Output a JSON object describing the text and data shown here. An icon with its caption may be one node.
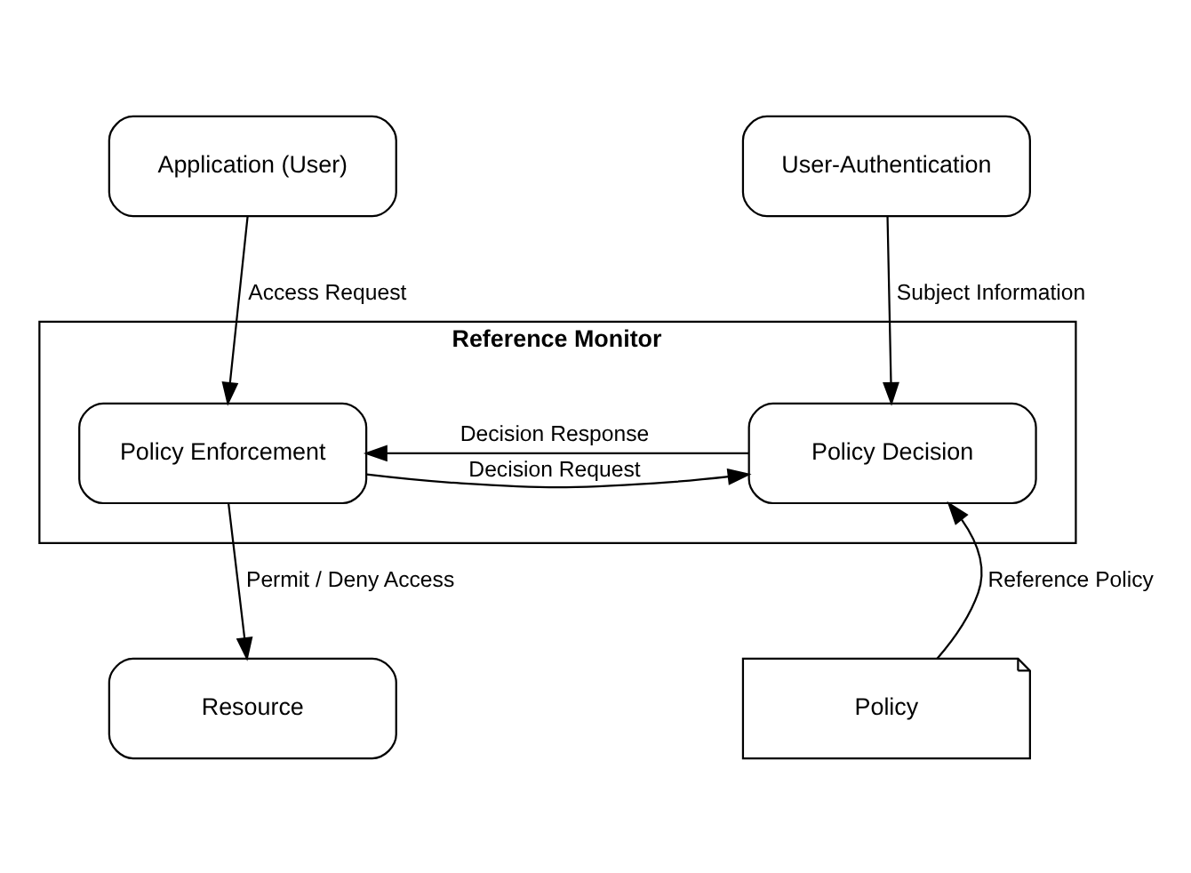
{
  "diagram": {
    "nodes": [
      {
        "text": [
          "Application (User)"
        ]
      },
      {
        "text": [
          "User-Authentication"
        ]
      },
      {
        "text": [
          "Reference Monitor"
        ]
      },
      {
        "text": [
          "Policy Enforcement"
        ],
        "in": 2
      },
      {
        "text": [
          "Policy Decision"
        ],
        "in": 2
      },
      {
        "text": [
          "Resource"
        ]
      },
      {
        "text": [
          "Policy"
        ]
      }
    ],
    "edges": [
      {
        "from": 0,
        "to": 3,
        "arrow": "to",
        "label": "Access Request"
      },
      {
        "from": 1,
        "to": 4,
        "arrow": "to",
        "label": "Subject Information"
      },
      {
        "from": 3,
        "to": 4,
        "arrow": "to",
        "label": "Decision Request"
      },
      {
        "from": 4,
        "to": 3,
        "arrow": "to",
        "label": "Decision Response"
      },
      {
        "from": 3,
        "to": 5,
        "arrow": "to",
        "label": "Permit / Deny Access"
      },
      {
        "from": 6,
        "to": 4,
        "arrow": "to",
        "label": "Reference Policy"
      }
    ]
  }
}
